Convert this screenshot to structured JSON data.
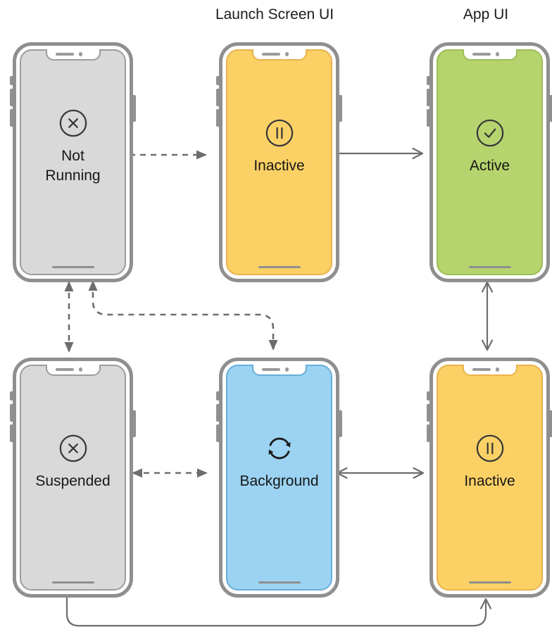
{
  "header": {
    "launch_screen_label": "Launch Screen UI",
    "app_ui_label": "App UI"
  },
  "phones": [
    {
      "id": "not-running",
      "label": "Not\nRunning",
      "icon": "x-circle-icon",
      "row": "top",
      "column": "left",
      "screen_color": "#d9d9d9",
      "screen_border": "#9c9c9c"
    },
    {
      "id": "inactive-top",
      "label": "Inactive",
      "icon": "pause-circle-icon",
      "row": "top",
      "column": "middle",
      "screen_color": "#fbd166",
      "screen_border": "#eab24e"
    },
    {
      "id": "active",
      "label": "Active",
      "icon": "check-circle-icon",
      "row": "top",
      "column": "right",
      "screen_color": "#b6d46e",
      "screen_border": "#9cbd57"
    },
    {
      "id": "suspended",
      "label": "Suspended",
      "icon": "x-circle-icon",
      "row": "bottom",
      "column": "left",
      "screen_color": "#d9d9d9",
      "screen_border": "#9c9c9c"
    },
    {
      "id": "background",
      "label": "Background",
      "icon": "sync-icon",
      "row": "bottom",
      "column": "middle",
      "screen_color": "#9cd3f3",
      "screen_border": "#66aed8"
    },
    {
      "id": "inactive-bottom",
      "label": "Inactive",
      "icon": "pause-circle-icon",
      "row": "bottom",
      "column": "right",
      "screen_color": "#fbd166",
      "screen_border": "#eab24e"
    }
  ],
  "arrows": [
    {
      "from": "not-running",
      "to": "inactive-top",
      "style": "dashed",
      "heads": "end"
    },
    {
      "from": "inactive-top",
      "to": "active",
      "style": "solid",
      "heads": "end"
    },
    {
      "from": "active",
      "to": "inactive-bottom",
      "style": "solid",
      "heads": "both"
    },
    {
      "from": "not-running",
      "to": "suspended",
      "style": "dashed",
      "heads": "both"
    },
    {
      "from": "not-running",
      "to": "background",
      "style": "dashed",
      "heads": "both"
    },
    {
      "from": "suspended",
      "to": "background",
      "style": "dashed",
      "heads": "both"
    },
    {
      "from": "background",
      "to": "inactive-bottom",
      "style": "solid",
      "heads": "both"
    },
    {
      "from": "suspended",
      "to": "inactive-bottom",
      "style": "solid",
      "heads": "end"
    }
  ],
  "colors": {
    "frame_gray": "#8f8f8f",
    "arrow_gray": "#6d6d6d",
    "icon_stroke": "#3a3a3a",
    "text": "#161616",
    "gray_screen": "#d9d9d9",
    "yellow_screen": "#fbd166",
    "green_screen": "#b6d46e",
    "blue_screen": "#9cd3f3"
  }
}
